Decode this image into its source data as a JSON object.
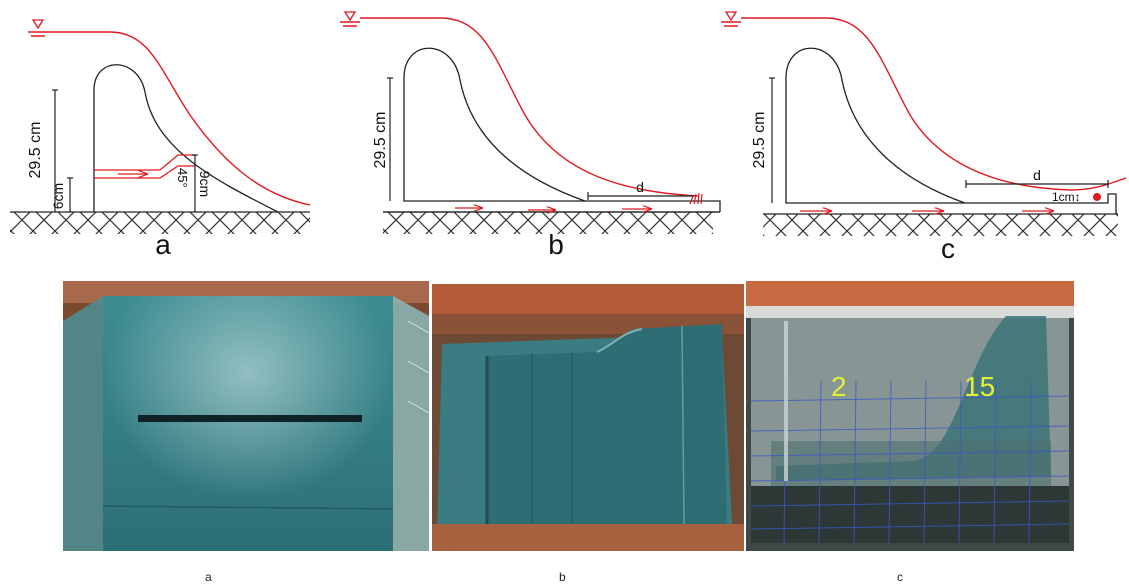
{
  "diagrams": [
    {
      "caption": "a",
      "height_label": "29.5 cm",
      "slot_height_label": "6cm",
      "angle_label": "45°",
      "outlet_height_label": "9cm"
    },
    {
      "caption": "b",
      "height_label": "29.5 cm",
      "distance_label": "d"
    },
    {
      "caption": "c",
      "height_label": "29.5 cm",
      "distance_label": "d",
      "gap_label": "1cm↕"
    }
  ],
  "photos": [
    {
      "caption": "a"
    },
    {
      "caption": "b"
    },
    {
      "caption": "c",
      "numbers": [
        "2",
        "15"
      ]
    }
  ],
  "colors": {
    "water_surface": "#e0191e",
    "flow_arrows": "#e0191e",
    "outline": "#222222",
    "photo_teal": "#2f7f86",
    "photo_number": "#e6ef3a"
  }
}
